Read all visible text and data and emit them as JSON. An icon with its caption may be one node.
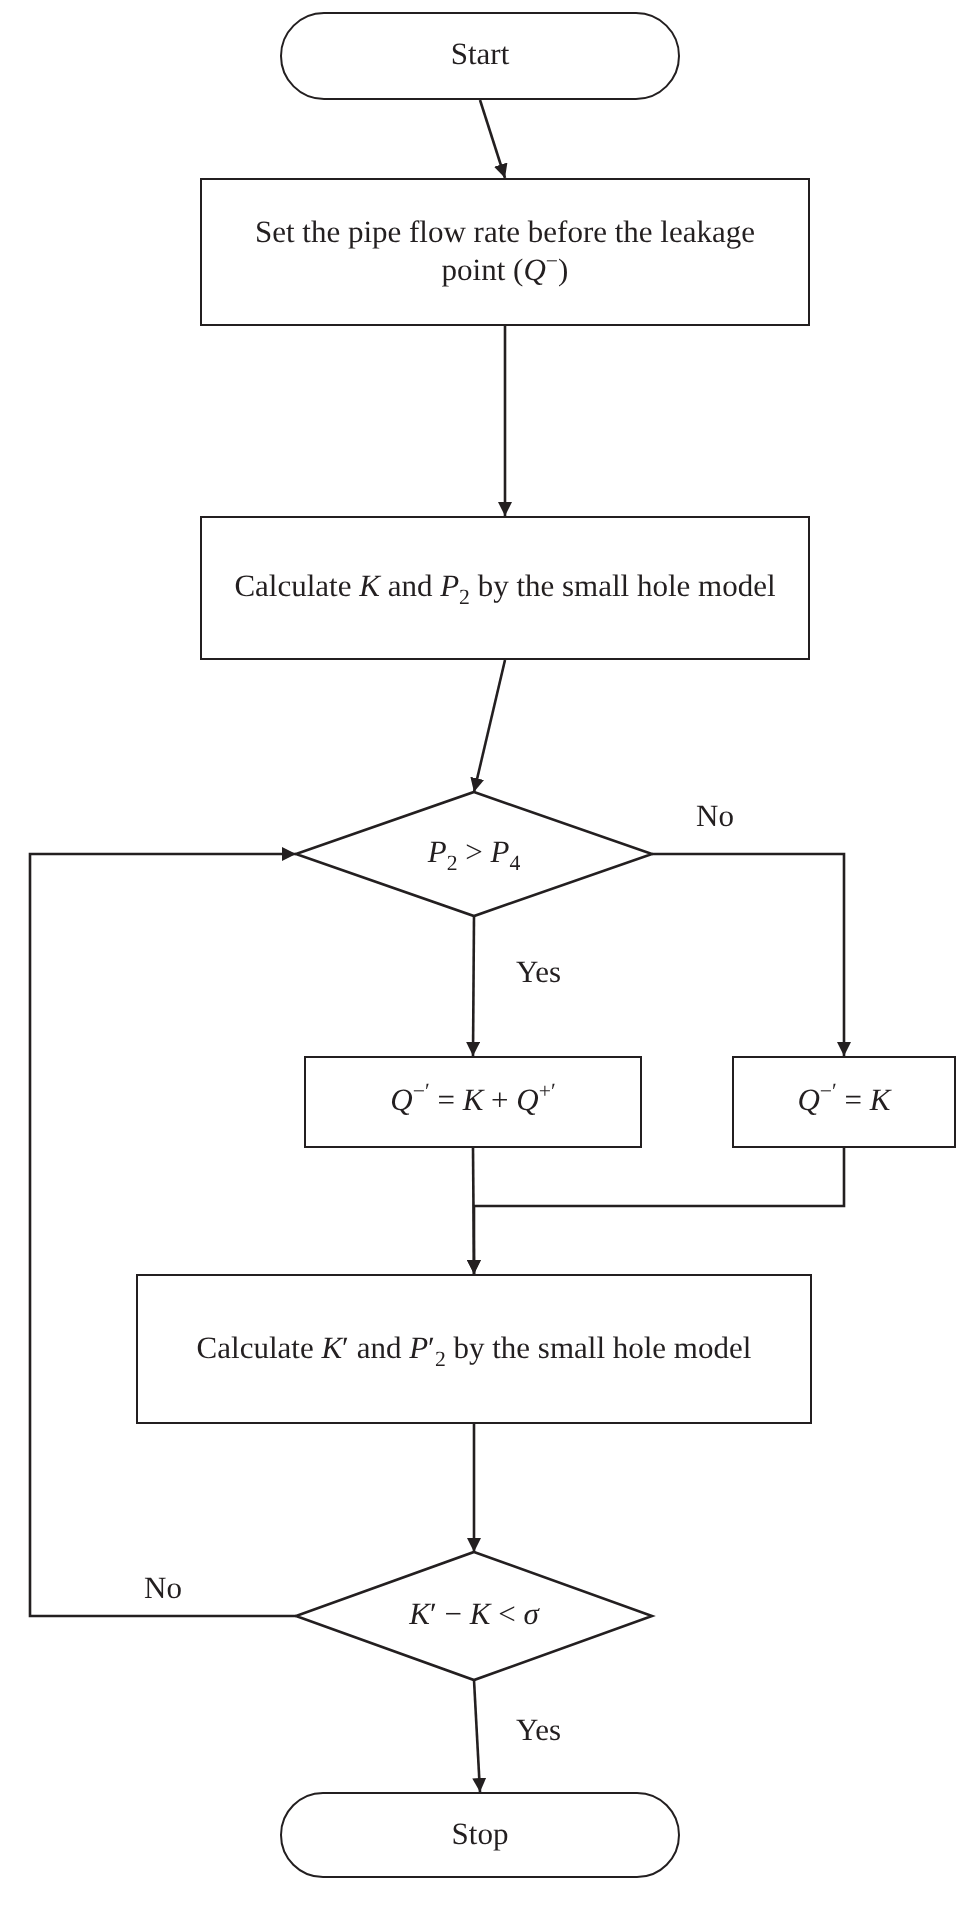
{
  "diagram": {
    "nodes": [
      {
        "text": [
          "Start"
        ]
      },
      {
        "text": [
          "Set the pipe flow rate before the leakage point (*Q*$^{−}$)"
        ]
      },
      {
        "text": [
          "Calculate *K* and *P*$_{2}$ by the small hole model"
        ]
      },
      {
        "text": [
          "*P*$_{2}$ > *P*$_{4}$"
        ]
      },
      {
        "text": [
          "*Q*$^{−′}$ = *K* + *Q*$^{+′}$"
        ]
      },
      {
        "text": [
          "*Q*$^{−′}$ = *K*"
        ]
      },
      {
        "text": [
          "Calculate *K*′ and *P*′$_{2}$ by the small hole model"
        ]
      },
      {
        "text": [
          "*K*′ − *K* < *σ*"
        ]
      },
      {
        "text": [
          "Stop"
        ]
      }
    ],
    "edges": [
      {
        "from": 0,
        "to": 1,
        "arrow": "to"
      },
      {
        "from": 1,
        "to": 2,
        "arrow": "to"
      },
      {
        "from": 2,
        "to": 3,
        "arrow": "to"
      },
      {
        "from": 3,
        "to": 4,
        "arrow": "to",
        "label": "Yes"
      },
      {
        "from": 3,
        "to": 5,
        "arrow": "to",
        "label": "No"
      },
      {
        "from": 4,
        "to": 6,
        "arrow": "to"
      },
      {
        "from": 5,
        "to": 6,
        "arrow": "to"
      },
      {
        "from": 6,
        "to": 7,
        "arrow": "to"
      },
      {
        "from": 7,
        "to": 3,
        "arrow": "to",
        "label": "No"
      },
      {
        "from": 7,
        "to": 8,
        "arrow": "to",
        "label": "Yes"
      }
    ]
  }
}
